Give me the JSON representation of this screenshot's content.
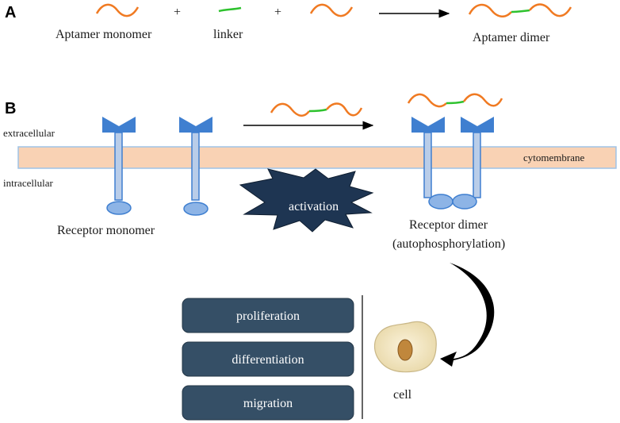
{
  "panel_a": {
    "letter": "A",
    "monomer_label": "Aptamer monomer",
    "linker_label": "linker",
    "dimer_label": "Aptamer dimer",
    "plus": "+"
  },
  "panel_b": {
    "letter": "B",
    "extracellular": "extracellular",
    "intracellular": "intracellular",
    "membrane": "cytomembrane",
    "receptor_monomer": "Receptor monomer",
    "activation": "activation",
    "receptor_dimer": "Receptor dimer",
    "receptor_dimer_note": "(autophosphorylation)",
    "cell": "cell",
    "outcomes": [
      "proliferation",
      "differentiation",
      "migration"
    ]
  },
  "colors": {
    "aptamer": "#f07a22",
    "linker": "#2ec22e",
    "receptor": "#3f7fd0",
    "receptor_fill": "#b9cde9",
    "membrane_fill": "#f9d2b4",
    "membrane_border": "#9fc3e6",
    "activation_fill": "#1e3552",
    "box_fill": "#354f66",
    "cell_fill": "#f7ecd0",
    "nucleus_fill": "#c0873c"
  }
}
